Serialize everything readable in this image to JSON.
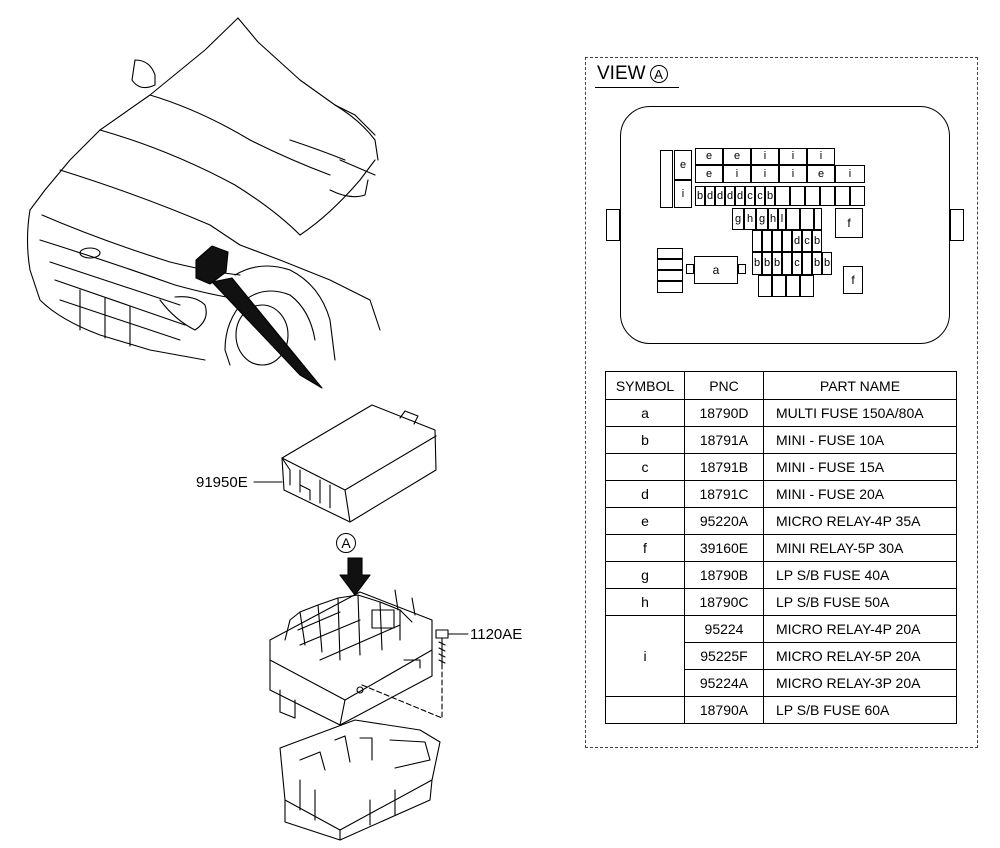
{
  "callouts": {
    "cover": "91950E",
    "bolt": "1120AE",
    "view_marker": "A"
  },
  "view": {
    "label": "VIEW",
    "marker": "A"
  },
  "fuse_layout": {
    "row1": [
      "e",
      "e",
      "i",
      "i",
      "i"
    ],
    "row2": [
      "e",
      "i",
      "i",
      "i",
      "e",
      "i"
    ],
    "row3": [
      "b",
      "d",
      "d",
      "d",
      "d",
      "c",
      "c",
      "b"
    ],
    "row4": [
      "g",
      "h",
      "g",
      "h",
      "l"
    ],
    "left_e": "e",
    "left_i": "i",
    "f_top": "f",
    "f_bottom": "f",
    "multi": "a",
    "row5": [
      "d",
      "c",
      "b"
    ],
    "row6": [
      "b",
      "b",
      "b",
      "c",
      "b",
      "b"
    ]
  },
  "table": {
    "headers": [
      "SYMBOL",
      "PNC",
      "PART NAME"
    ],
    "rows": [
      {
        "symbol": "a",
        "pnc": "18790D",
        "name": "MULTI FUSE 150A/80A"
      },
      {
        "symbol": "b",
        "pnc": "18791A",
        "name": "MINI - FUSE 10A"
      },
      {
        "symbol": "c",
        "pnc": "18791B",
        "name": "MINI - FUSE 15A"
      },
      {
        "symbol": "d",
        "pnc": "18791C",
        "name": "MINI - FUSE 20A"
      },
      {
        "symbol": "e",
        "pnc": "95220A",
        "name": "MICRO RELAY-4P 35A"
      },
      {
        "symbol": "f",
        "pnc": "39160E",
        "name": "MINI RELAY-5P 30A"
      },
      {
        "symbol": "g",
        "pnc": "18790B",
        "name": "LP S/B FUSE 40A"
      },
      {
        "symbol": "h",
        "pnc": "18790C",
        "name": "LP S/B FUSE 50A"
      }
    ],
    "group_i": {
      "symbol": "i",
      "rows": [
        {
          "pnc": "95224",
          "name": "MICRO RELAY-4P 20A"
        },
        {
          "pnc": "95225F",
          "name": "MICRO RELAY-5P 20A"
        },
        {
          "pnc": "95224A",
          "name": "MICRO RELAY-3P 20A"
        }
      ]
    },
    "last_row": {
      "symbol": "",
      "pnc": "18790A",
      "name": "LP S/B FUSE 60A"
    }
  }
}
